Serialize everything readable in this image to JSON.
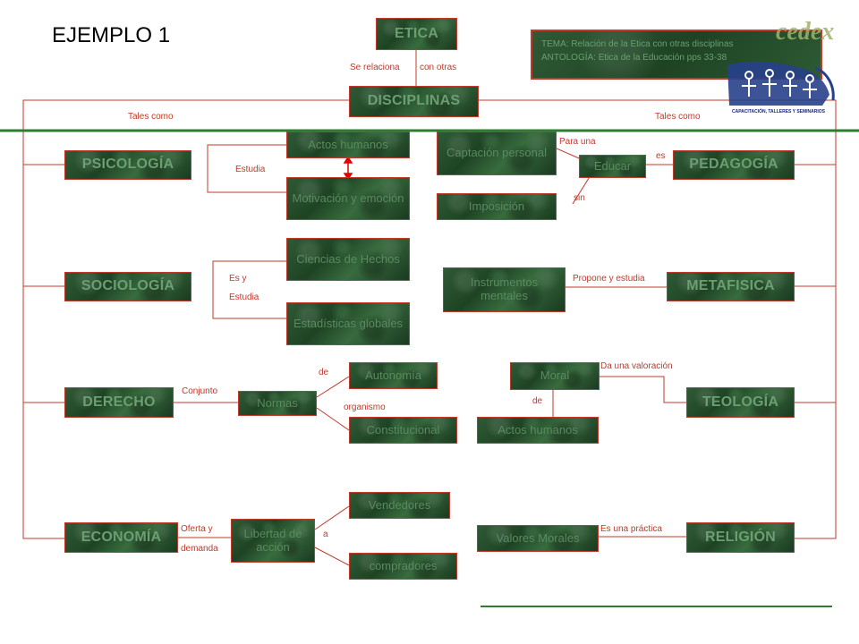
{
  "title": "EJEMPLO 1",
  "tema": {
    "line1": "TEMA: Relación de la Etica con otras disciplinas",
    "line2": "ANTOLOGÍA:  Etica de la Educación pps 33-38"
  },
  "logo": {
    "caption": "CAPACITACIÓN, TALLERES Y SEMINARIOS"
  },
  "nodes": {
    "etica": "ETICA",
    "disciplinas": "DISCIPLINAS",
    "psicologia": "PSICOLOGÍA",
    "sociologia": "SOCIOLOGÍA",
    "derecho": "DERECHO",
    "economia": "ECONOMÍA",
    "pedagogia": "PEDAGOGÍA",
    "metafisica": "METAFISICA",
    "teologia": "TEOLOGÍA",
    "religion": "RELIGIÓN",
    "actos_humanos_1": "Actos humanos",
    "motivacion": "Motivación y emoción",
    "captacion": "Captación personal",
    "educar": "Educar",
    "imposicion": "Imposición",
    "ciencias": "Ciencias de Hechos",
    "estadisticas": "Estadísticas globales",
    "instrumentos": "Instrumentos mentales",
    "autonomia": "Autonomía",
    "normas": "Normas",
    "constitucional": "Constitucional",
    "moral": "Moral",
    "actos_humanos_2": "Actos humanos",
    "vendedores": "Vendedores",
    "libertad": "Libertad de acción",
    "compradores": "compradores",
    "valores": "Valores Morales"
  },
  "labels": {
    "se_relaciona": "Se relaciona",
    "con_otras": "con otras",
    "tales_como_left": "Tales como",
    "tales_como_right": "Tales como",
    "estudia": "Estudia",
    "para_una": "Para una",
    "es": "es",
    "sin": "sin",
    "es_y": "Es  y",
    "estudia_2": "Estudia",
    "propone": "Propone y estudia",
    "de_1": "de",
    "conjunto": "Conjunto",
    "organismo": "organismo",
    "da_valoracion": "Da una valoración",
    "de_2": "de",
    "oferta_y": "Oferta  y",
    "demanda": "demanda",
    "a": "a",
    "es_practica": "Es una práctica"
  },
  "colors": {
    "line": "#c0392b",
    "node_text": "#5a8a5f",
    "rule": "#2e7d32",
    "arrow": "#e00000"
  }
}
